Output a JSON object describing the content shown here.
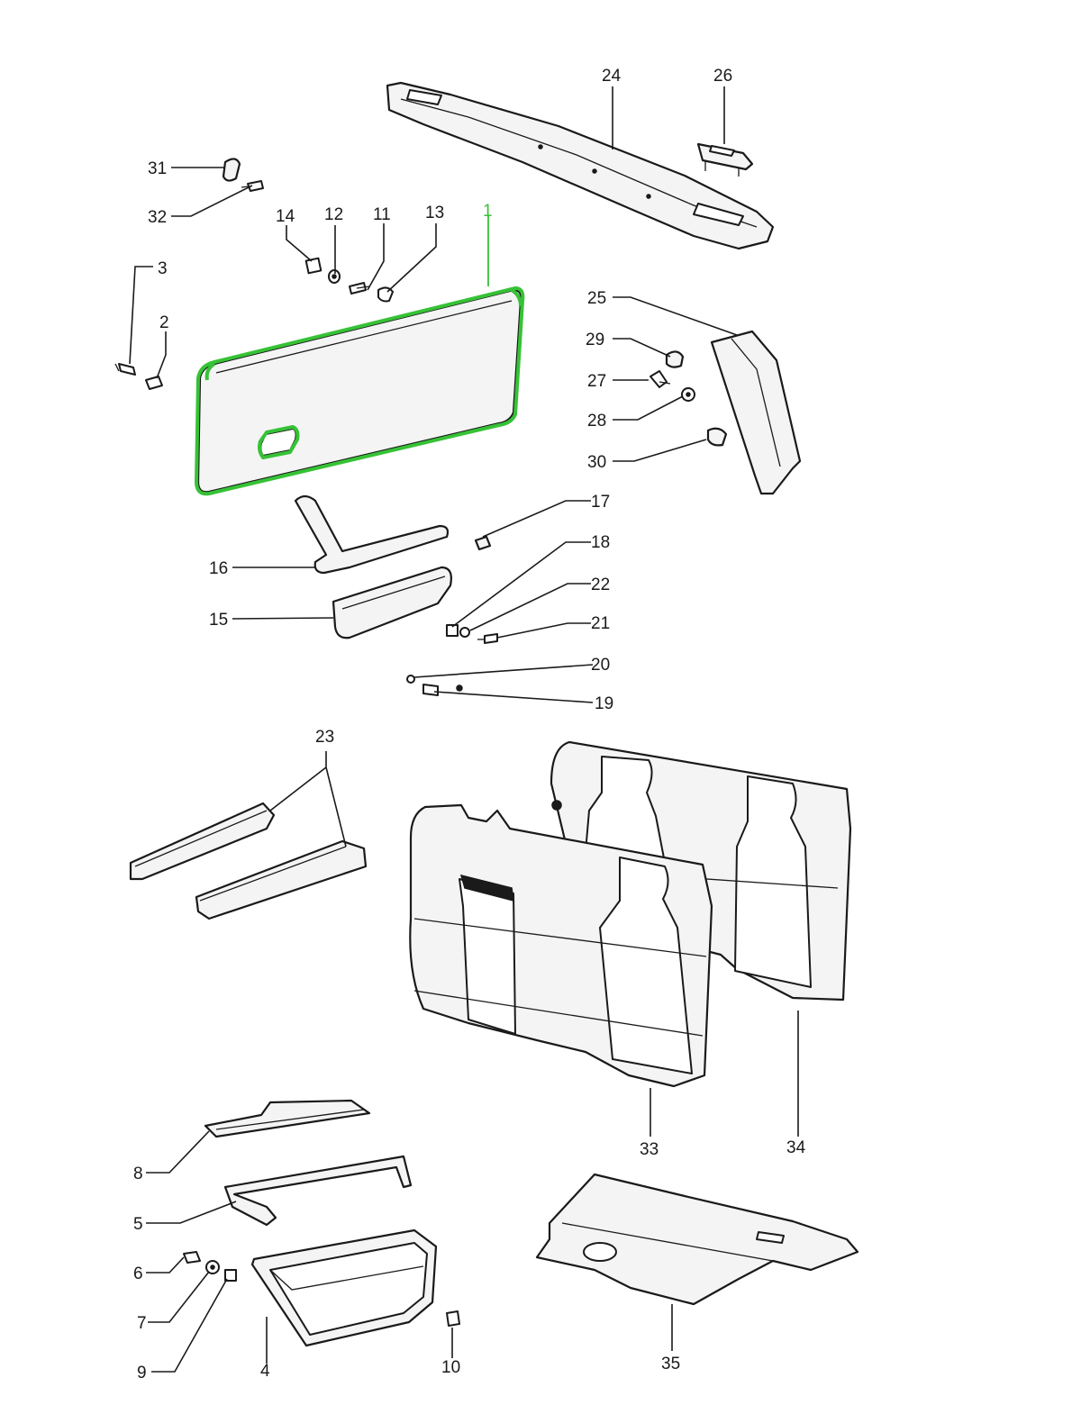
{
  "callouts": [
    {
      "id": "1",
      "highlight": true
    },
    {
      "id": "2"
    },
    {
      "id": "3"
    },
    {
      "id": "4"
    },
    {
      "id": "5"
    },
    {
      "id": "6"
    },
    {
      "id": "7"
    },
    {
      "id": "8"
    },
    {
      "id": "9"
    },
    {
      "id": "10"
    },
    {
      "id": "11"
    },
    {
      "id": "12"
    },
    {
      "id": "13"
    },
    {
      "id": "14"
    },
    {
      "id": "15"
    },
    {
      "id": "16"
    },
    {
      "id": "17"
    },
    {
      "id": "18"
    },
    {
      "id": "19"
    },
    {
      "id": "20"
    },
    {
      "id": "21"
    },
    {
      "id": "22"
    },
    {
      "id": "23"
    },
    {
      "id": "24"
    },
    {
      "id": "25"
    },
    {
      "id": "26"
    },
    {
      "id": "27"
    },
    {
      "id": "28"
    },
    {
      "id": "29"
    },
    {
      "id": "30"
    },
    {
      "id": "31"
    },
    {
      "id": "32"
    },
    {
      "id": "33"
    },
    {
      "id": "34"
    },
    {
      "id": "35"
    }
  ],
  "colors": {
    "highlight": "#36c236",
    "line": "#1a1a1a",
    "fill": "#f4f4f4"
  }
}
